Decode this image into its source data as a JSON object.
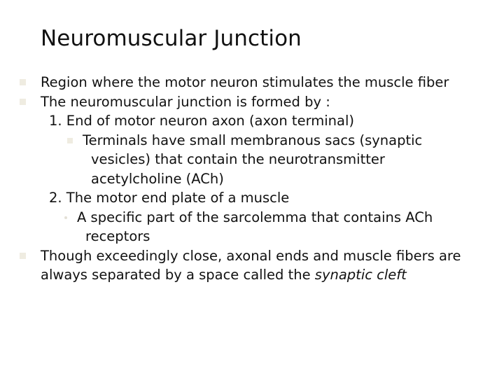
{
  "slide": {
    "title": "Neuromuscular Junction",
    "background_color": "#ffffff",
    "text_color": "#111111",
    "bullet_square_color": "#efece1",
    "bullet_dot_color": "#e3e0d6",
    "content": [
      {
        "id": "b1",
        "marker": "square",
        "level": 1,
        "text": "Region where the motor neuron stimulates the muscle fiber"
      },
      {
        "id": "b2",
        "marker": "square",
        "level": 1,
        "text": "The neuromuscular junction is formed by :"
      },
      {
        "id": "b3",
        "marker": "number",
        "level": 2,
        "text": "1. End of motor neuron axon (axon terminal)"
      },
      {
        "id": "b4",
        "marker": "square",
        "level": 3,
        "text": "Terminals have small membranous sacs (synaptic"
      },
      {
        "id": "b5",
        "marker": "none",
        "level": 3,
        "text": "vesicles) that contain the neurotransmitter"
      },
      {
        "id": "b6",
        "marker": "none",
        "level": 3,
        "text": "acetylcholine (ACh)"
      },
      {
        "id": "b7",
        "marker": "number",
        "level": 2,
        "text": "2. The motor end plate of a muscle"
      },
      {
        "id": "b8",
        "marker": "dot",
        "level": 4,
        "text": "A specific part of the sarcolemma that contains ACh"
      },
      {
        "id": "b9",
        "marker": "none",
        "level": 4,
        "text": "receptors"
      },
      {
        "id": "b10",
        "marker": "square",
        "level": 1,
        "text": "Though exceedingly close, axonal ends and muscle fibers are"
      },
      {
        "id": "b11",
        "marker": "none",
        "level": 1,
        "text_plain": "always separated by a space called the ",
        "text_italic": "synaptic cleft"
      }
    ]
  }
}
